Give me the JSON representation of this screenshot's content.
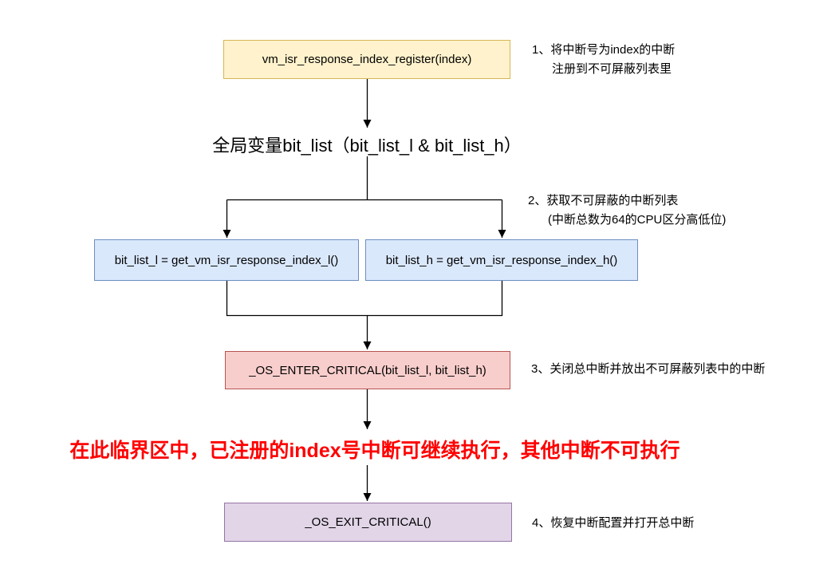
{
  "diagram": {
    "nodes": {
      "register": {
        "label": "vm_isr_response_index_register(index)",
        "fill": "#fff2cc",
        "border": "#d6b656"
      },
      "global_bitlist": {
        "label": "全局变量bit_list（bit_list_l & bit_list_h）"
      },
      "get_low": {
        "label": "bit_list_l = get_vm_isr_response_index_l()",
        "fill": "#dae8fc",
        "border": "#6c8ebf"
      },
      "get_high": {
        "label": "bit_list_h = get_vm_isr_response_index_h()",
        "fill": "#dae8fc",
        "border": "#6c8ebf"
      },
      "enter_critical": {
        "label": "_OS_ENTER_CRITICAL(bit_list_l, bit_list_h)",
        "fill": "#f8cecc",
        "border": "#b85450"
      },
      "exit_critical": {
        "label": "_OS_EXIT_CRITICAL()",
        "fill": "#e1d5e7",
        "border": "#9673a6"
      }
    },
    "annotations": {
      "step1": {
        "line1": "1、将中断号为index的中断",
        "line2": "注册到不可屏蔽列表里"
      },
      "step2": {
        "line1": "2、获取不可屏蔽的中断列表",
        "line2": "(中断总数为64的CPU区分高低位)"
      },
      "step3": {
        "line1": "3、关闭总中断并放出不可屏蔽列表中的中断"
      },
      "step4": {
        "line1": "4、恢复中断配置并打开总中断"
      }
    },
    "highlight": {
      "text": "在此临界区中，已注册的index号中断可继续执行，其他中断不可执行",
      "color": "#ff0000"
    },
    "connector_color": "#000000",
    "background": "#ffffff"
  }
}
